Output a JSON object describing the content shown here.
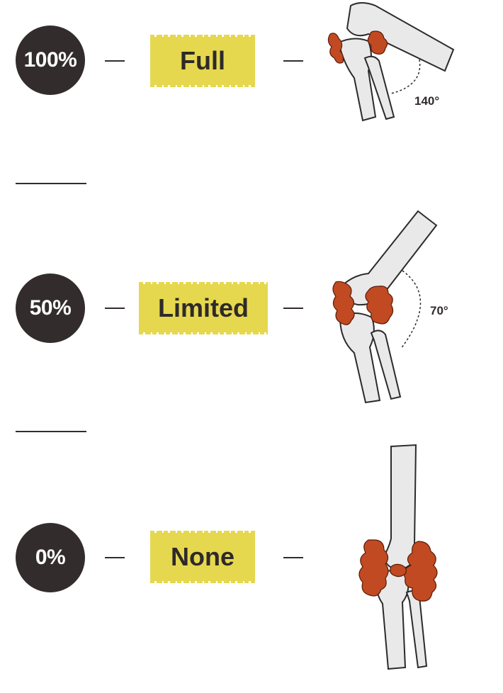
{
  "levels": [
    {
      "percent": "100%",
      "label": "Full",
      "angle": "140°"
    },
    {
      "percent": "50%",
      "label": "Limited",
      "angle": "70°"
    },
    {
      "percent": "0%",
      "label": "None",
      "angle": ""
    }
  ],
  "colors": {
    "circle": "#322c2d",
    "label_bg": "#e6d84e",
    "bone_fill": "#e9e9e9",
    "bone_outline": "#2b2b2b",
    "growth": "#c14a22"
  },
  "icons": {
    "joint_full": "knee-joint-full-flexion",
    "joint_limited": "knee-joint-limited-flexion",
    "joint_none": "knee-joint-no-flexion"
  }
}
